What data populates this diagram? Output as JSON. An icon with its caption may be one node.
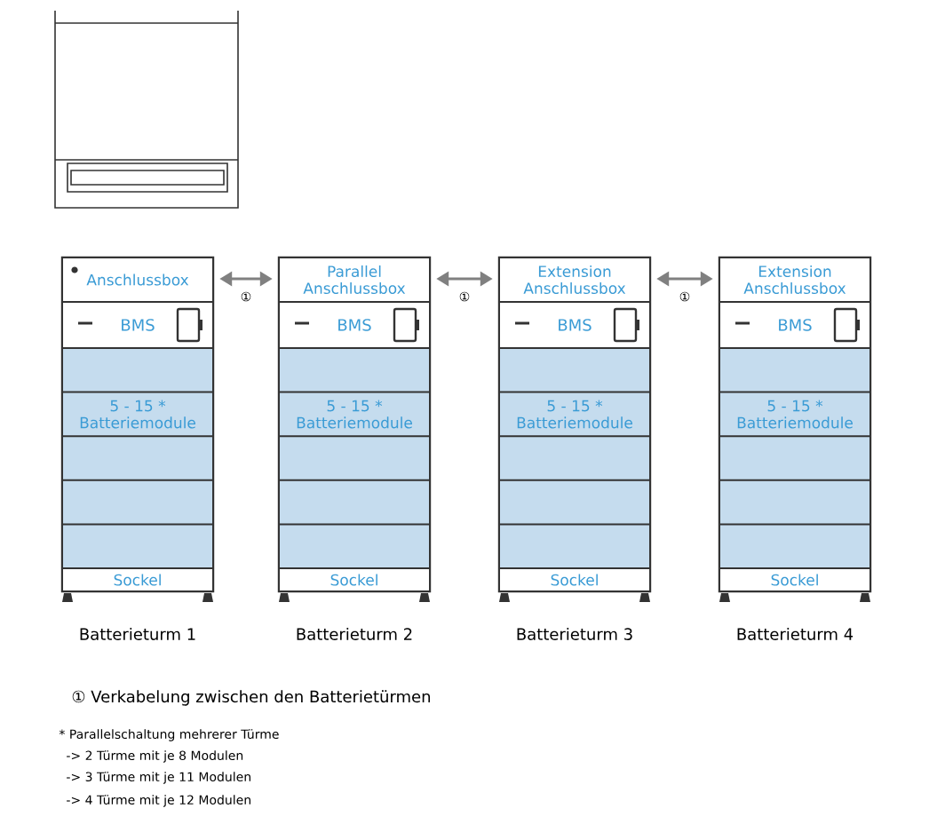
{
  "diagram": {
    "nodes": [
      {
        "text": [],
        "shape": "box",
        "beside": [
          "Batterieturm 1"
        ]
      },
      {
        "text": [
          "Anschlussbox"
        ],
        "in": 0
      },
      {
        "text": [
          "BMS"
        ],
        "in": 0
      },
      {
        "text": [
          "5 - 15 * Batteriemodule"
        ],
        "in": 0
      },
      {
        "text": [
          "Sockel"
        ],
        "in": 0
      },
      {
        "text": [],
        "shape": "box",
        "beside": [
          "Batterieturm 2"
        ]
      },
      {
        "text": [
          "Parallel Anschlussbox"
        ],
        "in": 5
      },
      {
        "text": [
          "BMS"
        ],
        "in": 5
      },
      {
        "text": [
          "5 - 15 * Batteriemodule"
        ],
        "in": 5
      },
      {
        "text": [
          "Sockel"
        ],
        "in": 5
      },
      {
        "text": [],
        "shape": "box",
        "beside": [
          "Batterieturm 3"
        ]
      },
      {
        "text": [
          "Extension Anschlussbox"
        ],
        "in": 10
      },
      {
        "text": [
          "BMS"
        ],
        "in": 10
      },
      {
        "text": [
          "5 - 15 * Batteriemodule"
        ],
        "in": 10
      },
      {
        "text": [
          "Sockel"
        ],
        "in": 10
      },
      {
        "text": [],
        "shape": "box",
        "beside": [
          "Batterieturm 4"
        ]
      },
      {
        "text": [
          "Extension Anschlussbox"
        ],
        "in": 15
      },
      {
        "text": [
          "BMS"
        ],
        "in": 15
      },
      {
        "text": [
          "5 - 15 * Batteriemodule"
        ],
        "in": 15
      },
      {
        "text": [
          "Sockel"
        ],
        "in": 15
      }
    ],
    "edges": [
      {
        "from": 0,
        "to": 5,
        "arrow": "both",
        "label": "①"
      },
      {
        "from": 5,
        "to": 10,
        "arrow": "both",
        "label": "①"
      },
      {
        "from": 10,
        "to": 15,
        "arrow": "both",
        "label": "①"
      }
    ],
    "labels": [
      "① Verkabelung zwischen den Batterietürmen",
      "* Parallelschaltung  mehrerer Türme",
      "-> 2 Türme mit je 8 Modulen",
      "-> 3 Türme mit je 11 Modulen",
      "-> 4 Türme mit je 12 Modulen"
    ]
  }
}
